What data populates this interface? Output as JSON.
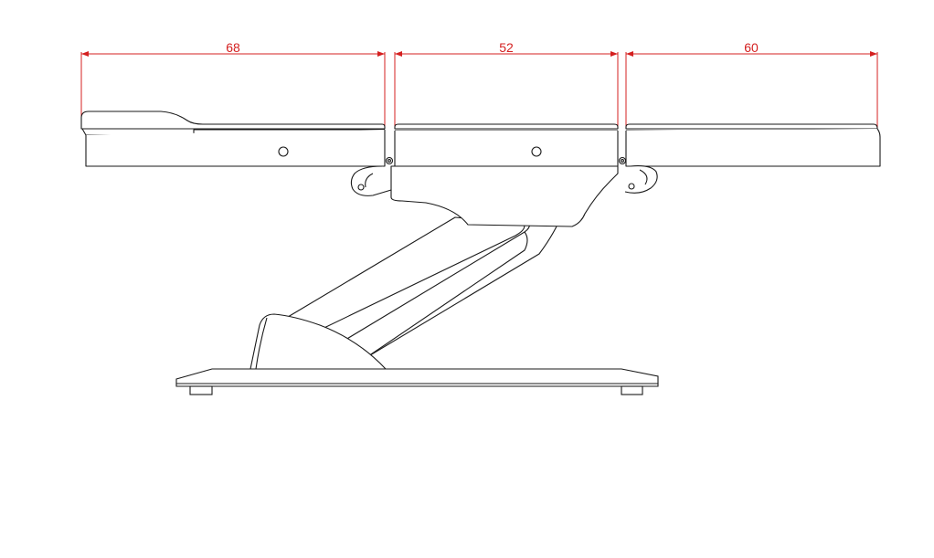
{
  "colors": {
    "background": "#ffffff",
    "outline": "#1a1a1a",
    "dimension": "#d42020"
  },
  "dimensions": {
    "head_section": "68",
    "middle_section": "52",
    "foot_section": "60"
  }
}
